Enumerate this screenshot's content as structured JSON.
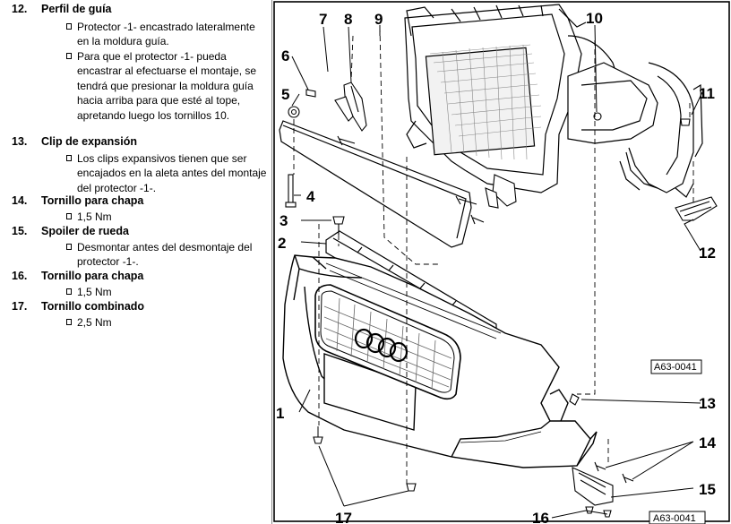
{
  "legend": {
    "entries": [
      {
        "number": "12.",
        "title": "Perfil de guía",
        "notes": [
          "Protector -1- encastrado lateralmente en la moldura guía.",
          "Para que el protector -1- pueda encastrar al efectuarse el montaje, se tendrá que presionar la moldura guía hacia arriba para que esté al tope, apretando luego los tornillos 10."
        ]
      },
      {
        "number": "13.",
        "title": "Clip de expansión",
        "notes": [
          "Los clips expansivos tienen que ser encajados en la aleta antes del montaje del protector -1-."
        ]
      },
      {
        "number": "14.",
        "title": "Tornillo para chapa",
        "notes": [
          "1,5 Nm"
        ]
      },
      {
        "number": "15.",
        "title": "Spoiler de rueda",
        "notes": [
          "Desmontar antes del desmontaje del protector -1-."
        ]
      },
      {
        "number": "16.",
        "title": "Tornillo para chapa",
        "notes": [
          "1,5 Nm"
        ]
      },
      {
        "number": "17.",
        "title": "Tornillo combinado",
        "notes": [
          "2,5 Nm"
        ]
      }
    ]
  },
  "diagram": {
    "callouts": [
      "1",
      "2",
      "3",
      "4",
      "5",
      "6",
      "7",
      "8",
      "9",
      "10",
      "11",
      "12",
      "13",
      "14",
      "15",
      "16",
      "17"
    ],
    "reference_codes": [
      "A63-0041",
      "A63-0041"
    ]
  }
}
